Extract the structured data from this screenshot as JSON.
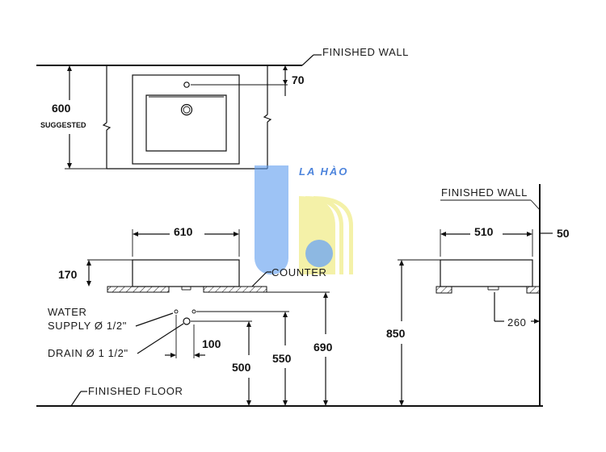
{
  "labels": {
    "finished_wall_top": "FINISHED WALL",
    "finished_wall_side": "FINISHED WALL",
    "counter": "COUNTER",
    "water_supply": "WATER",
    "supply_size": "SUPPLY Ø 1/2\"",
    "drain": "DRAIN Ø 1 1/2\"",
    "finished_floor": "FINISHED FLOOR",
    "suggested": "SUGGESTED"
  },
  "dimensions": {
    "tap_offset": "70",
    "suggested_height": "600",
    "front_width": "610",
    "front_height": "170",
    "side_depth": "510",
    "wall_gap": "50",
    "drain_offset": "260",
    "supply_offset": "100",
    "drain_height": "500",
    "supply_height": "550",
    "counter_height": "690",
    "basin_rim_height": "850"
  },
  "watermark": {
    "text": "LA HÀO",
    "blue": "#5b9bef",
    "yellow": "#f3ef9a"
  }
}
